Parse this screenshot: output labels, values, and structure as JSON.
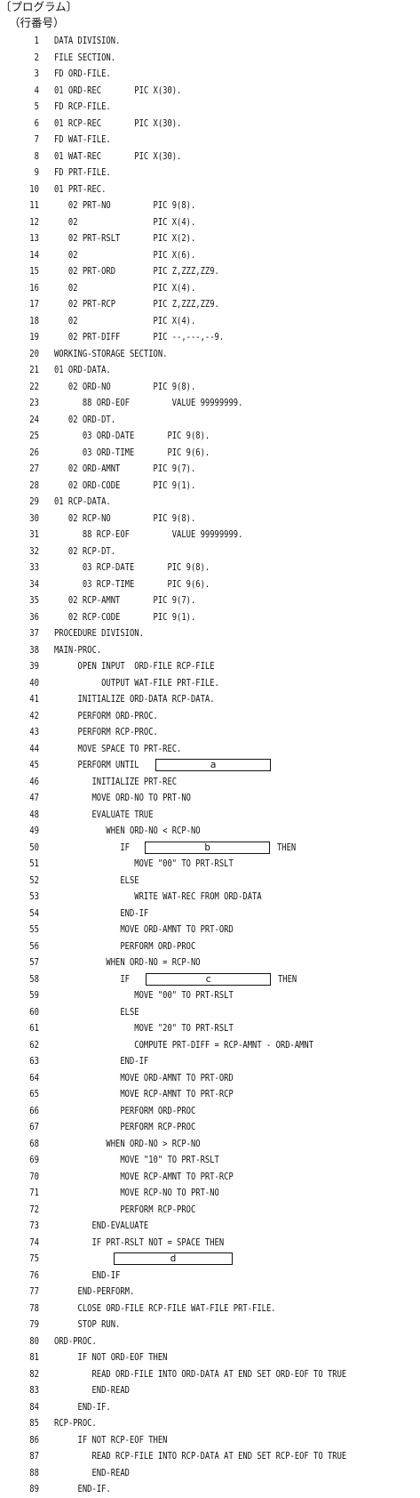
{
  "headings": {
    "program": "〔プログラム〕",
    "line_number": "（行番号）"
  },
  "lines": [
    {
      "n": "1",
      "t": "DATA DIVISION."
    },
    {
      "n": "2",
      "t": "FILE SECTION."
    },
    {
      "n": "3",
      "t": "FD ORD-FILE."
    },
    {
      "n": "4",
      "t": "01 ORD-REC       PIC X(30)."
    },
    {
      "n": "5",
      "t": "FD RCP-FILE."
    },
    {
      "n": "6",
      "t": "01 RCP-REC       PIC X(30)."
    },
    {
      "n": "7",
      "t": "FD WAT-FILE."
    },
    {
      "n": "8",
      "t": "01 WAT-REC       PIC X(30)."
    },
    {
      "n": "9",
      "t": "FD PRT-FILE."
    },
    {
      "n": "10",
      "t": "01 PRT-REC."
    },
    {
      "n": "11",
      "t": "   02 PRT-NO         PIC 9(8)."
    },
    {
      "n": "12",
      "t": "   02                PIC X(4)."
    },
    {
      "n": "13",
      "t": "   02 PRT-RSLT       PIC X(2)."
    },
    {
      "n": "14",
      "t": "   02                PIC X(6)."
    },
    {
      "n": "15",
      "t": "   02 PRT-ORD        PIC Z,ZZZ,ZZ9."
    },
    {
      "n": "16",
      "t": "   02                PIC X(4)."
    },
    {
      "n": "17",
      "t": "   02 PRT-RCP        PIC Z,ZZZ,ZZ9."
    },
    {
      "n": "18",
      "t": "   02                PIC X(4)."
    },
    {
      "n": "19",
      "t": "   02 PRT-DIFF       PIC --,---,--9."
    },
    {
      "n": "20",
      "t": "WORKING-STORAGE SECTION."
    },
    {
      "n": "21",
      "t": "01 ORD-DATA."
    },
    {
      "n": "22",
      "t": "   02 ORD-NO         PIC 9(8)."
    },
    {
      "n": "23",
      "t": "      88 ORD-EOF         VALUE 99999999."
    },
    {
      "n": "24",
      "t": "   02 ORD-DT."
    },
    {
      "n": "25",
      "t": "      03 ORD-DATE       PIC 9(8)."
    },
    {
      "n": "26",
      "t": "      03 ORD-TIME       PIC 9(6)."
    },
    {
      "n": "27",
      "t": "   02 ORD-AMNT       PIC 9(7)."
    },
    {
      "n": "28",
      "t": "   02 ORD-CODE       PIC 9(1)."
    },
    {
      "n": "29",
      "t": "01 RCP-DATA."
    },
    {
      "n": "30",
      "t": "   02 RCP-NO         PIC 9(8)."
    },
    {
      "n": "31",
      "t": "      88 RCP-EOF         VALUE 99999999."
    },
    {
      "n": "32",
      "t": "   02 RCP-DT."
    },
    {
      "n": "33",
      "t": "      03 RCP-DATE       PIC 9(8)."
    },
    {
      "n": "34",
      "t": "      03 RCP-TIME       PIC 9(6)."
    },
    {
      "n": "35",
      "t": "   02 RCP-AMNT       PIC 9(7)."
    },
    {
      "n": "36",
      "t": "   02 RCP-CODE       PIC 9(1)."
    },
    {
      "n": "37",
      "t": "PROCEDURE DIVISION."
    },
    {
      "n": "38",
      "t": "MAIN-PROC."
    },
    {
      "n": "39",
      "t": "     OPEN INPUT  ORD-FILE RCP-FILE"
    },
    {
      "n": "40",
      "t": "          OUTPUT WAT-FILE PRT-FILE."
    },
    {
      "n": "41",
      "t": "     INITIALIZE ORD-DATA RCP-DATA."
    },
    {
      "n": "42",
      "t": "     PERFORM ORD-PROC."
    },
    {
      "n": "43",
      "t": "     PERFORM RCP-PROC."
    },
    {
      "n": "44",
      "t": "     MOVE SPACE TO PRT-REC."
    },
    {
      "n": "45",
      "t": "     PERFORM UNTIL"
    },
    {
      "n": "46",
      "t": "        INITIALIZE PRT-REC"
    },
    {
      "n": "47",
      "t": "        MOVE ORD-NO TO PRT-NO"
    },
    {
      "n": "48",
      "t": "        EVALUATE TRUE"
    },
    {
      "n": "49",
      "t": "           WHEN ORD-NO < RCP-NO"
    },
    {
      "n": "50",
      "t": "              IF"
    },
    {
      "n": "51",
      "t": "                 MOVE \"00\" TO PRT-RSLT"
    },
    {
      "n": "52",
      "t": "              ELSE"
    },
    {
      "n": "53",
      "t": "                 WRITE WAT-REC FROM ORD-DATA"
    },
    {
      "n": "54",
      "t": "              END-IF"
    },
    {
      "n": "55",
      "t": "              MOVE ORD-AMNT TO PRT-ORD"
    },
    {
      "n": "56",
      "t": "              PERFORM ORD-PROC"
    },
    {
      "n": "57",
      "t": "           WHEN ORD-NO = RCP-NO"
    },
    {
      "n": "58",
      "t": "              IF"
    },
    {
      "n": "59",
      "t": "                 MOVE \"00\" TO PRT-RSLT"
    },
    {
      "n": "60",
      "t": "              ELSE"
    },
    {
      "n": "61",
      "t": "                 MOVE \"20\" TO PRT-RSLT"
    },
    {
      "n": "62",
      "t": "                 COMPUTE PRT-DIFF = RCP-AMNT - ORD-AMNT"
    },
    {
      "n": "63",
      "t": "              END-IF"
    },
    {
      "n": "64",
      "t": "              MOVE ORD-AMNT TO PRT-ORD"
    },
    {
      "n": "65",
      "t": "              MOVE RCP-AMNT TO PRT-RCP"
    },
    {
      "n": "66",
      "t": "              PERFORM ORD-PROC"
    },
    {
      "n": "67",
      "t": "              PERFORM RCP-PROC"
    },
    {
      "n": "68",
      "t": "           WHEN ORD-NO > RCP-NO"
    },
    {
      "n": "69",
      "t": "              MOVE \"10\" TO PRT-RSLT"
    },
    {
      "n": "70",
      "t": "              MOVE RCP-AMNT TO PRT-RCP"
    },
    {
      "n": "71",
      "t": "              MOVE RCP-NO TO PRT-NO"
    },
    {
      "n": "72",
      "t": "              PERFORM RCP-PROC"
    },
    {
      "n": "73",
      "t": "        END-EVALUATE"
    },
    {
      "n": "74",
      "t": "        IF PRT-RSLT NOT = SPACE THEN"
    },
    {
      "n": "75",
      "t": ""
    },
    {
      "n": "76",
      "t": "        END-IF"
    },
    {
      "n": "77",
      "t": "     END-PERFORM."
    },
    {
      "n": "78",
      "t": "     CLOSE ORD-FILE RCP-FILE WAT-FILE PRT-FILE."
    },
    {
      "n": "79",
      "t": "     STOP RUN."
    },
    {
      "n": "80",
      "t": "ORD-PROC."
    },
    {
      "n": "81",
      "t": "     IF NOT ORD-EOF THEN"
    },
    {
      "n": "82",
      "t": "        READ ORD-FILE INTO ORD-DATA AT END SET ORD-EOF TO TRUE"
    },
    {
      "n": "83",
      "t": "        END-READ"
    },
    {
      "n": "84",
      "t": "     END-IF."
    },
    {
      "n": "85",
      "t": "RCP-PROC."
    },
    {
      "n": "86",
      "t": "     IF NOT RCP-EOF THEN"
    },
    {
      "n": "87",
      "t": "        READ RCP-FILE INTO RCP-DATA AT END SET RCP-EOF TO TRUE"
    },
    {
      "n": "88",
      "t": "        END-READ"
    },
    {
      "n": "89",
      "t": "     END-IF."
    }
  ],
  "blanks": {
    "a": "a",
    "b": "b",
    "c": "c",
    "d": "d",
    "then_label": "THEN"
  }
}
